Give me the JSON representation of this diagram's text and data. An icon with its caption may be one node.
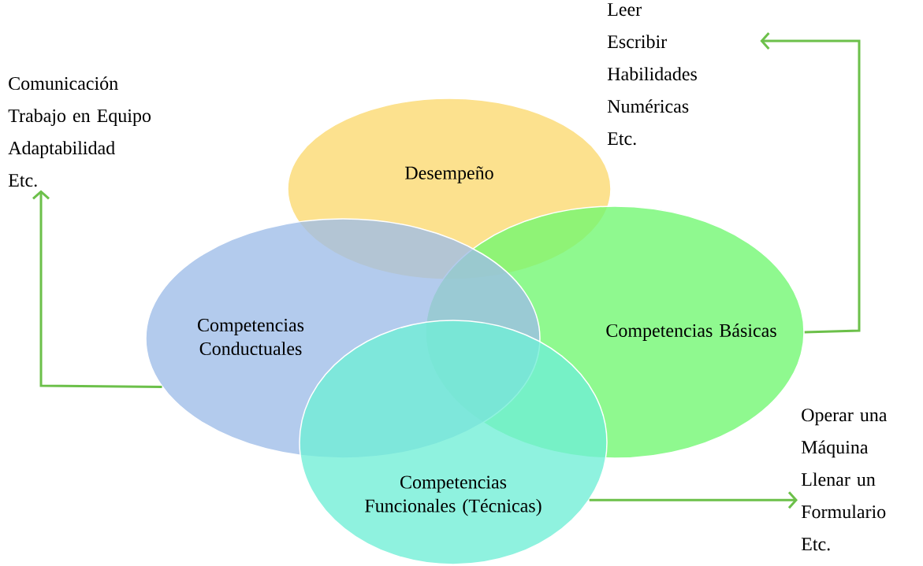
{
  "diagram": {
    "nodes": [
      {
        "text": [
          "Desempeño"
        ]
      },
      {
        "text": [
          "Competencias Conductuales"
        ]
      },
      {
        "text": [
          "Competencias Básicas"
        ]
      },
      {
        "text": [
          "Competencias Funcionales (Técnicas)"
        ]
      },
      {
        "text": [
          "Comunicación",
          "Trabajo en Equipo",
          "Adaptabilidad",
          "Etc."
        ]
      },
      {
        "text": [
          "Leer",
          "Escribir",
          "Habilidades Numéricas",
          "Etc."
        ]
      },
      {
        "text": [
          "Operar una Máquina",
          "Llenar un Formulario",
          "Etc."
        ]
      }
    ],
    "edges": [
      {
        "from": 1,
        "to": 4,
        "arrow": "to"
      },
      {
        "from": 2,
        "to": 5,
        "arrow": "to"
      },
      {
        "from": 3,
        "to": 6,
        "arrow": "to"
      }
    ]
  }
}
